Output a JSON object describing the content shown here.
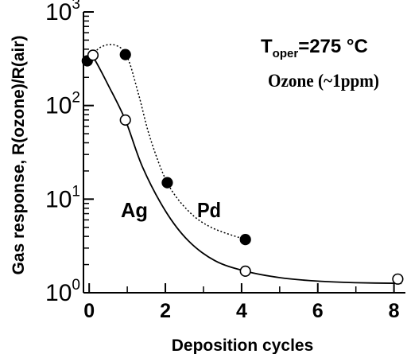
{
  "chart_data": {
    "type": "scatter",
    "title": "",
    "xlabel": "Deposition cycles",
    "ylabel": "Gas response, R(ozone)/R(air)",
    "x_axis": {
      "min": -0.15,
      "max": 8.3,
      "ticks": [
        0,
        2,
        4,
        6,
        8
      ],
      "labels": [
        "0",
        "2",
        "4",
        "6",
        "8"
      ]
    },
    "y_axis": {
      "scale": "log",
      "min": 1,
      "max": 1000,
      "ticks": [
        {
          "value": 1,
          "base": "10",
          "exp": "0"
        },
        {
          "value": 10,
          "base": "10",
          "exp": "1"
        },
        {
          "value": 100,
          "base": "10",
          "exp": "2"
        },
        {
          "value": 1000,
          "base": "10",
          "exp": "3"
        }
      ]
    },
    "grid": false,
    "annotations": {
      "temp_main": "T",
      "temp_sub": "oper",
      "temp_value": "=275 °C",
      "gas": "Ozone (~1ppm)"
    },
    "series": [
      {
        "name": "Pd",
        "marker": "filled-circle",
        "line_style": "dotted",
        "points": [
          [
            -0.05,
            300
          ],
          [
            0.95,
            350
          ],
          [
            2.05,
            15
          ],
          [
            4.1,
            3.7
          ]
        ],
        "curve": [
          [
            -0.05,
            300
          ],
          [
            0.3,
            420
          ],
          [
            0.7,
            440
          ],
          [
            1.0,
            330
          ],
          [
            1.3,
            130
          ],
          [
            1.6,
            45
          ],
          [
            2.05,
            15
          ],
          [
            2.6,
            7.5
          ],
          [
            3.2,
            5.0
          ],
          [
            4.1,
            3.7
          ]
        ]
      },
      {
        "name": "Ag",
        "marker": "open-circle",
        "line_style": "solid",
        "points": [
          [
            0.1,
            345
          ],
          [
            0.95,
            70
          ],
          [
            4.1,
            1.7
          ],
          [
            8.1,
            1.4
          ]
        ],
        "curve": [
          [
            -0.05,
            330
          ],
          [
            0.1,
            330
          ],
          [
            0.5,
            165
          ],
          [
            0.95,
            70
          ],
          [
            1.4,
            22
          ],
          [
            2.0,
            7.5
          ],
          [
            2.6,
            3.6
          ],
          [
            3.3,
            2.2
          ],
          [
            4.1,
            1.7
          ],
          [
            5.0,
            1.45
          ],
          [
            6.0,
            1.33
          ],
          [
            7.0,
            1.28
          ],
          [
            8.2,
            1.26
          ]
        ]
      }
    ]
  }
}
